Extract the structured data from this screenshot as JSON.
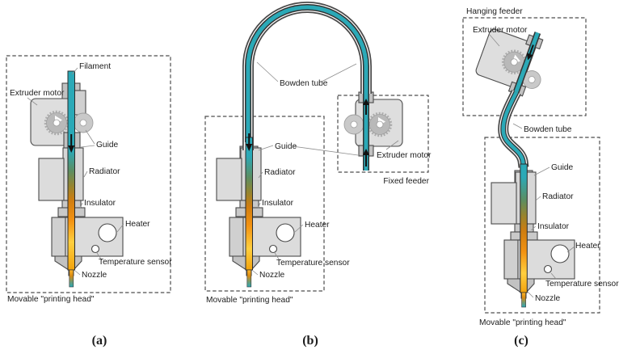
{
  "figure": {
    "title": "FDM extruder feeder configurations",
    "colors": {
      "filament_cold": "#2ba9b7",
      "filament_hot": "#f29111",
      "filament_core_hot": "#ffcf3f",
      "part_gray": "#dcdcdc",
      "part_gray_dark": "#c2c2c2",
      "outline": "#4a4a4a",
      "leader_line": "#8e8e8e",
      "label_text": "#1c1c1c"
    },
    "panel_a": {
      "caption": "(a)",
      "box_label": "Movable \"printing head\"",
      "labels": {
        "filament": "Filament",
        "extruder_motor": "Extruder motor",
        "guide": "Guide",
        "radiator": "Radiator",
        "insulator": "Insulator",
        "heater": "Heater",
        "temperature_sensor": "Temperature sensor",
        "nozzle": "Nozzle"
      }
    },
    "panel_b": {
      "caption": "(b)",
      "box_label": "Movable \"printing head\"",
      "feeder_box_label": "Fixed feeder",
      "labels": {
        "bowden_tube": "Bowden tube",
        "guide": "Guide",
        "radiator": "Radiator",
        "insulator": "Insulator",
        "heater": "Heater",
        "temperature_sensor": "Temperature sensor",
        "nozzle": "Nozzle",
        "extruder_motor": "Extruder motor"
      }
    },
    "panel_c": {
      "caption": "(c)",
      "box_label": "Movable \"printing head\"",
      "feeder_box_label": "Hanging feeder",
      "labels": {
        "extruder_motor": "Extruder motor",
        "bowden_tube": "Bowden tube",
        "guide": "Guide",
        "radiator": "Radiator",
        "insulator": "Insulator",
        "heater": "Heater",
        "temperature_sensor": "Temperature sensor",
        "nozzle": "Nozzle"
      }
    }
  }
}
